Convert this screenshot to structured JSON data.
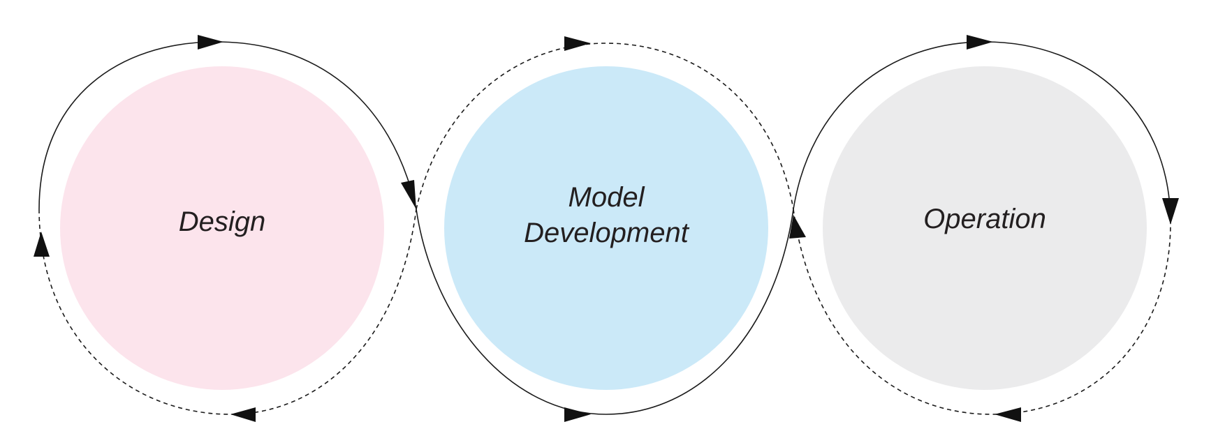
{
  "colors": {
    "design_fill": "#fce4ec",
    "model_development_fill": "#cbe9f8",
    "operation_fill": "#ebebec",
    "line": "#1a1a1a",
    "text": "#231f20"
  },
  "stages": [
    {
      "id": "design",
      "label_lines": [
        "Design"
      ]
    },
    {
      "id": "model-development",
      "label_lines": [
        "Model",
        "Development"
      ]
    },
    {
      "id": "operation",
      "label_lines": [
        "Operation"
      ]
    }
  ]
}
